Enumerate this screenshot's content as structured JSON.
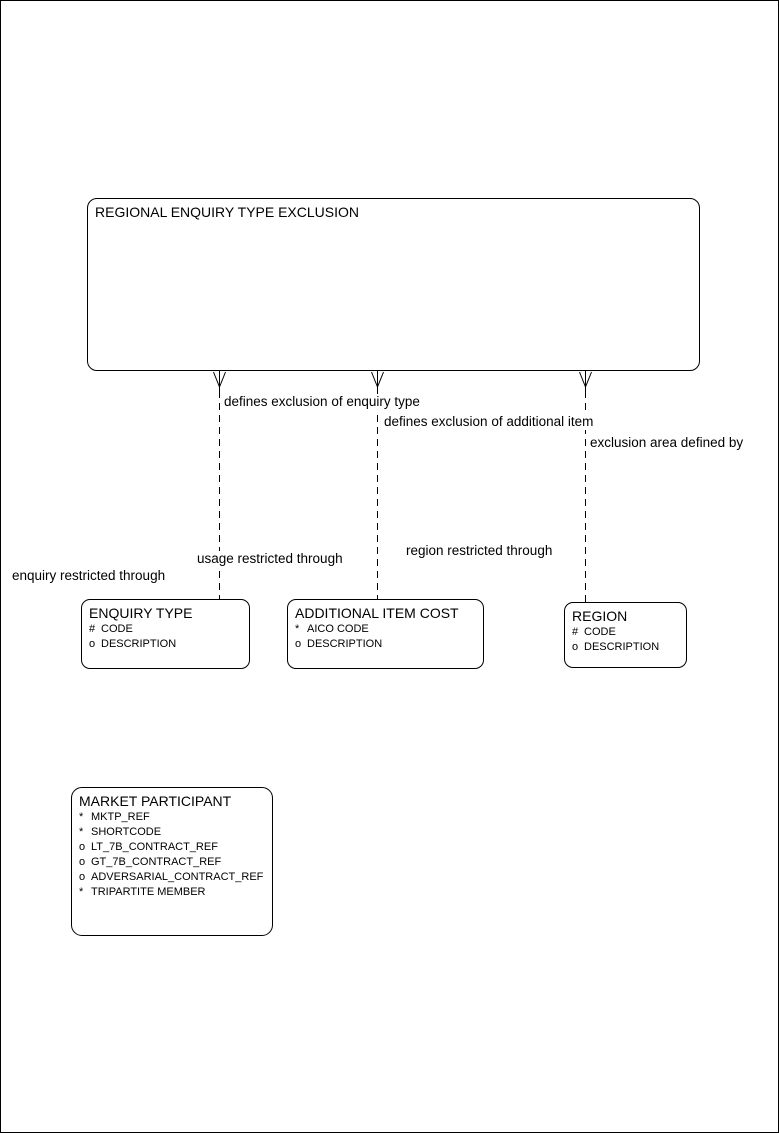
{
  "colors": {
    "background": "#ffffff",
    "line": "#000000",
    "text": "#000000"
  },
  "entities": [
    {
      "id": "regional-enquiry-type-exclusion",
      "title": "REGIONAL ENQUIRY TYPE EXCLUSION",
      "attributes": []
    },
    {
      "id": "enquiry-type",
      "title": "ENQUIRY TYPE",
      "attributes": [
        {
          "prefix": "#",
          "name": "CODE"
        },
        {
          "prefix": "o",
          "name": "DESCRIPTION"
        }
      ]
    },
    {
      "id": "additional-item-cost",
      "title": "ADDITIONAL ITEM COST",
      "attributes": [
        {
          "prefix": "*",
          "name": "AICO CODE"
        },
        {
          "prefix": "o",
          "name": "DESCRIPTION"
        }
      ]
    },
    {
      "id": "region",
      "title": "REGION",
      "attributes": [
        {
          "prefix": "#",
          "name": "CODE"
        },
        {
          "prefix": "o",
          "name": "DESCRIPTION"
        }
      ]
    },
    {
      "id": "market-participant",
      "title": "MARKET PARTICIPANT",
      "attributes": [
        {
          "prefix": "*",
          "name": "MKTP_REF"
        },
        {
          "prefix": "*",
          "name": "SHORTCODE"
        },
        {
          "prefix": "o",
          "name": "LT_7B_CONTRACT_REF"
        },
        {
          "prefix": "o",
          "name": "GT_7B_CONTRACT_REF"
        },
        {
          "prefix": "o",
          "name": "ADVERSARIAL_CONTRACT_REF"
        },
        {
          "prefix": "*",
          "name": "TRIPARTITE MEMBER"
        }
      ]
    }
  ],
  "relationship_labels": [
    {
      "text": "defines exclusion of enquiry type"
    },
    {
      "text": "defines exclusion of additional item"
    },
    {
      "text": "exclusion area defined by"
    },
    {
      "text": "usage restricted through"
    },
    {
      "text": "region restricted through"
    },
    {
      "text": "enquiry restricted through"
    }
  ]
}
